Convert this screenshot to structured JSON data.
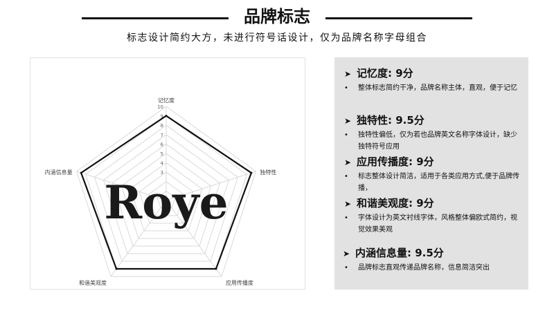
{
  "header": {
    "title": "品牌标志",
    "subtitle": "标志设计简约大方，未进行符号话设计，仅为品牌名称字母组合"
  },
  "chart_data": {
    "type": "radar",
    "axes": [
      "记忆度",
      "独特性",
      "应用传播度",
      "和谐美观度",
      "内涵信息量"
    ],
    "values": [
      9,
      9.5,
      9,
      9,
      9.5
    ],
    "rmax": 10,
    "ticks": [
      3,
      4,
      5,
      6,
      7,
      8,
      9,
      10
    ],
    "grid": true,
    "logo_text": "Roye",
    "series_color": "#111111",
    "grid_color": "#d9d9d9"
  },
  "criteria": [
    {
      "label": "记忆度: 9分",
      "arrow": "➤",
      "bullet": "•",
      "desc": "整体标志简约干净，品牌名称主体，直观，便于记忆"
    },
    {
      "label": "独特性: 9.5分",
      "arrow": "➤",
      "bullet": "•",
      "desc": "独特性偏低，仅为若也品牌英文名称字体设计，缺少独特符号应用"
    },
    {
      "label": "应用传播度: 9分",
      "arrow": "➤",
      "bullet": "•",
      "desc": "标志整体设计简洁，适用于各类应用方式,便于品牌传播，"
    },
    {
      "label": "和谐美观度: 9分",
      "arrow": "➤",
      "bullet": "•",
      "desc": "字体设计为英文衬线字体，风格整体偏欧式简约，视觉效果美观"
    },
    {
      "label": "内涵信息量: 9.5分",
      "arrow": "➤",
      "bullet": "•",
      "desc": "品牌标志直观传递品牌名称，信息简洁突出"
    }
  ]
}
